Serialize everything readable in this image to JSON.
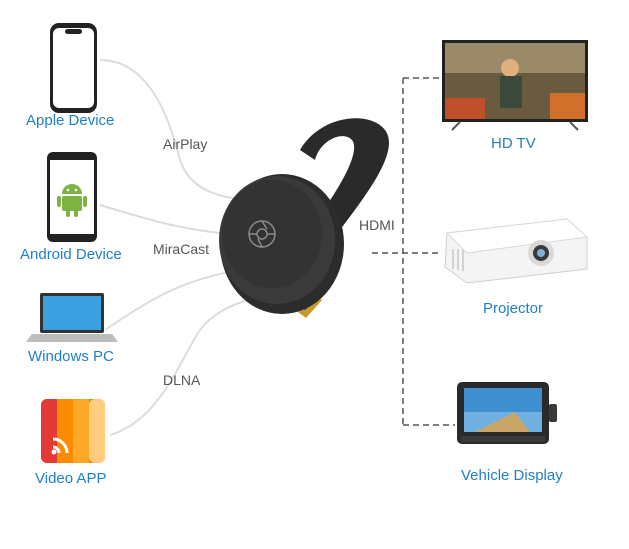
{
  "sources": [
    {
      "label": "Apple Device",
      "icon": "iphone-icon"
    },
    {
      "label": "Android Device",
      "icon": "android-phone-icon"
    },
    {
      "label": "Windows PC",
      "icon": "laptop-icon"
    },
    {
      "label": "Video APP",
      "icon": "cast-app-icon"
    }
  ],
  "protocols": [
    "AirPlay",
    "MiraCast",
    "DLNA"
  ],
  "connector_label": "HDMI",
  "center_device": {
    "icon": "hdmi-dongle-icon"
  },
  "outputs": [
    {
      "label": "HD TV",
      "icon": "tv-icon"
    },
    {
      "label": "Projector",
      "icon": "projector-icon"
    },
    {
      "label": "Vehicle Display",
      "icon": "vehicle-monitor-icon"
    }
  ],
  "colors": {
    "label_blue": "#1f7fc9",
    "protocol_grey": "#555555",
    "line_grey": "#d9d9d9",
    "dash_grey": "#555555"
  }
}
